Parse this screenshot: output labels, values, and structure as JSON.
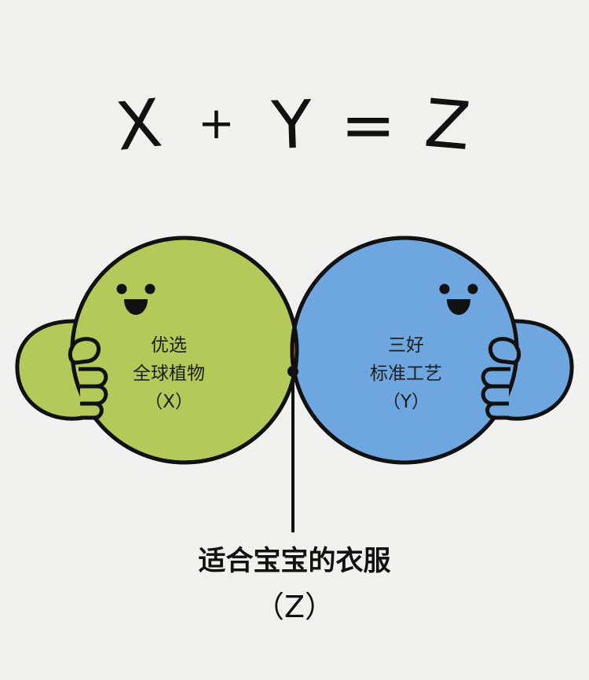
{
  "diagram": {
    "equation": {
      "x": "X",
      "plus": "+",
      "y": "Y",
      "equals": "=",
      "z": "Z"
    },
    "circle_x": {
      "line1": "优选",
      "line2": "全球植物",
      "line3": "（X）",
      "color": "#b5c85a"
    },
    "circle_y": {
      "line1": "三好",
      "line2": "标准工艺",
      "line3": "（Y）",
      "color": "#6ea6df"
    },
    "overlap": {
      "color": "#ee843e"
    },
    "result": {
      "title": "适合宝宝的衣服",
      "subtitle": "（Z）"
    },
    "outline_color": "#111111",
    "background": "#f1f1ef"
  }
}
